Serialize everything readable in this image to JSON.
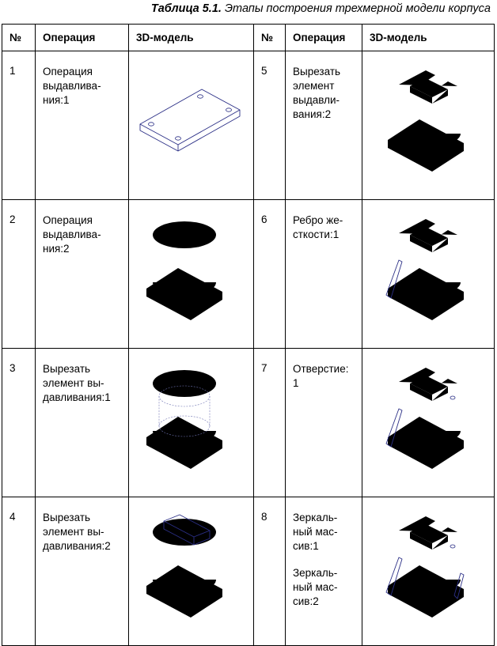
{
  "caption": {
    "label": "Таблица 5.1.",
    "title": "Этапы построения трехмерной модели корпуса"
  },
  "headers": {
    "num": "№",
    "operation": "Операция",
    "model": "3D-модель"
  },
  "rows": [
    {
      "left": {
        "num": "1",
        "operation": "Операция\nвыдавлива-\nния:1",
        "model_icon": "plate-icon"
      },
      "right": {
        "num": "5",
        "operation": "Вырезать\nэлемент\nвыдавли-\nвания:2",
        "model_icon": "housing-cutout-icon"
      }
    },
    {
      "left": {
        "num": "2",
        "operation": "Операция\nвыдавлива-\nния:2",
        "model_icon": "cylinder-on-plate-icon"
      },
      "right": {
        "num": "6",
        "operation": "Ребро же-\nсткости:1",
        "model_icon": "housing-rib-icon"
      }
    },
    {
      "left": {
        "num": "3",
        "operation": "Вырезать\nэлемент вы-\nдавливания:1",
        "model_icon": "hollow-cylinder-icon"
      },
      "right": {
        "num": "7",
        "operation": "Отверстие:\n1",
        "model_icon": "housing-hole-icon"
      }
    },
    {
      "left": {
        "num": "4",
        "operation": "Вырезать\nэлемент вы-\nдавливания:2",
        "model_icon": "slotted-cylinder-icon"
      },
      "right": {
        "num": "8",
        "operation": "Зеркаль-\nный мас-\nсив:1",
        "operation_extra": "Зеркаль-\nный мас-\nсив:2",
        "model_icon": "housing-mirror-icon"
      }
    }
  ]
}
